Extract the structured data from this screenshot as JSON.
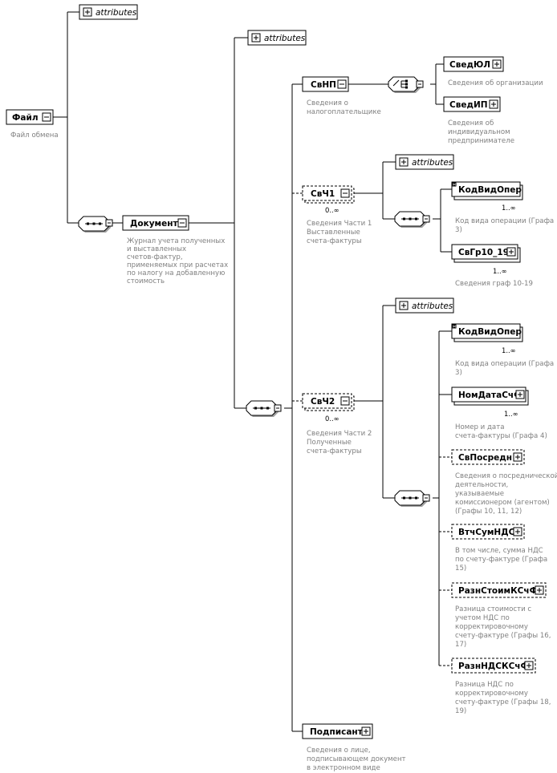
{
  "colors": {
    "line": "#000000",
    "box_fill": "#ffffff",
    "shadow": "#c0c0c0",
    "description_text": "#808080",
    "compositor_fill": "#e8e8e8"
  },
  "nodes": {
    "fayl": {
      "label": "Файл",
      "description": [
        "Файл обмена"
      ]
    },
    "fayl_attrs": {
      "label": "attributes"
    },
    "dokument": {
      "label": "Документ",
      "description": [
        "Журнал учета полученных",
        "и выставленных",
        "счетов-фактур,",
        "применяемых при расчетах",
        "по налогу на добавленную",
        "стоимость"
      ]
    },
    "dokument_attrs": {
      "label": "attributes"
    },
    "svnp": {
      "label": "СвНП",
      "description": [
        "Сведения о",
        "налогоплательщике"
      ]
    },
    "svedul": {
      "label": "СведЮЛ",
      "description": [
        "Сведения об организации"
      ]
    },
    "svedip": {
      "label": "СведИП",
      "description": [
        "Сведения об",
        "индивидуальном",
        "предпринимателе"
      ]
    },
    "svch1": {
      "label": "СвЧ1",
      "cardinality": "0..∞",
      "description": [
        "Сведения Части 1",
        "Выставленные",
        "счета-фактуры"
      ]
    },
    "svch1_attrs": {
      "label": "attributes"
    },
    "kodvidoper1": {
      "label": "КодВидОпер",
      "cardinality": "1..∞",
      "description": [
        "Код вида операции (Графа",
        "3)"
      ]
    },
    "svgr": {
      "label": "СвГр10_19",
      "cardinality": "1..∞",
      "description": [
        "Сведения граф 10-19"
      ]
    },
    "svch2": {
      "label": "СвЧ2",
      "cardinality": "0..∞",
      "description": [
        "Сведения Части 2",
        "Полученные",
        "счета-фактуры"
      ]
    },
    "svch2_attrs": {
      "label": "attributes"
    },
    "kodvidoper2": {
      "label": "КодВидОпер",
      "cardinality": "1..∞",
      "description": [
        "Код вида операции (Графа",
        "3)"
      ]
    },
    "nomdata": {
      "label": "НомДатаСчФ",
      "cardinality": "1..∞",
      "description": [
        "Номер и дата",
        "счета-фактуры (Графа 4)"
      ]
    },
    "svposredn": {
      "label": "СвПосредн",
      "description": [
        "Сведения о посреднической",
        "деятельности,",
        "указываемые",
        "комиссионером (агентом)",
        "(Графы 10, 11, 12)"
      ]
    },
    "vtchsum": {
      "label": "ВтчСумНДС",
      "description": [
        "В том числе, сумма НДС",
        "по счету-фактуре (Графа",
        "15)"
      ]
    },
    "raznstoim": {
      "label": "РазнСтоимКСчФ",
      "description": [
        "Разница стоимости с",
        "учетом НДС по",
        "корректировочному",
        "счету-фактуре (Графы 16,",
        "17)"
      ]
    },
    "raznnds": {
      "label": "РазнНДСКСчФ",
      "description": [
        "Разница  НДС по",
        "корректировочному",
        "счету-фактуре (Графы 18,",
        "19)"
      ]
    },
    "podpisant": {
      "label": "Подписант",
      "description": [
        "Сведения о лице,",
        "подписывающем документ",
        "в электронном виде"
      ]
    }
  }
}
